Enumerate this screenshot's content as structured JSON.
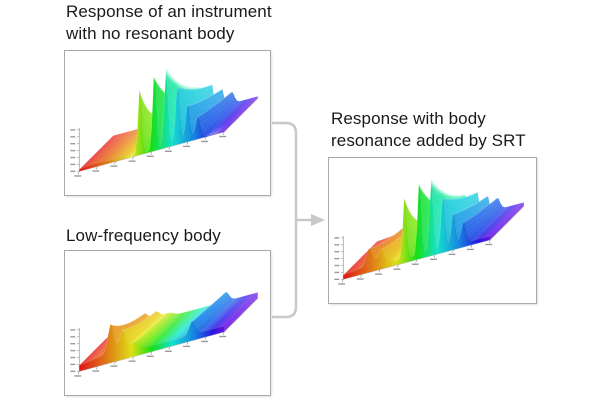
{
  "captions": {
    "no_body_line1": "Response of an instrument",
    "no_body_line2": "with no resonant body",
    "low_freq": "Low-frequency body",
    "srt_line1": "Response with body",
    "srt_line2": "resonance added by SRT"
  },
  "colors": {
    "arrow": "#c8c8c8",
    "panel_border": "#a9a9a9",
    "spectrum_start": "#e8231e",
    "spectrum_end": "#6a3fa8"
  }
}
